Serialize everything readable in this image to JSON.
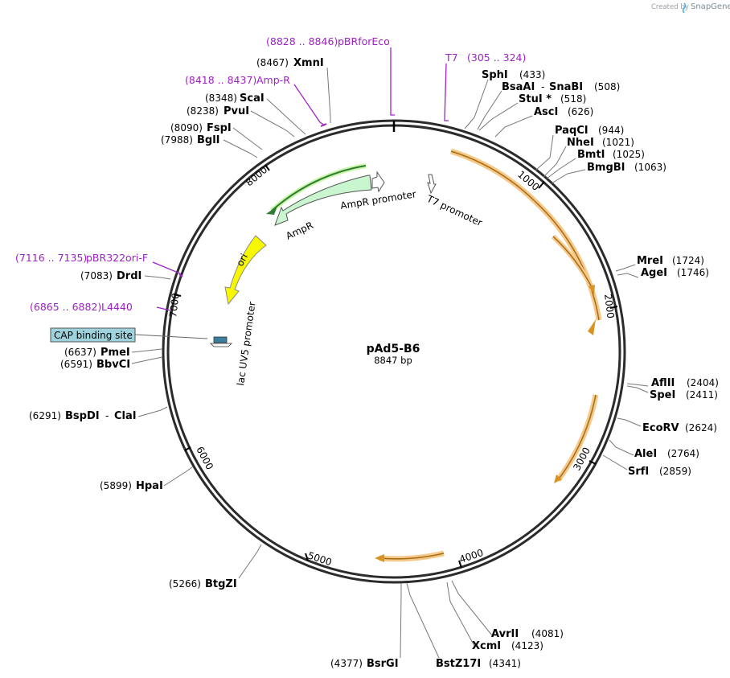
{
  "credit": {
    "prefix": "Created by",
    "brand": "SnapGene"
  },
  "plasmid": {
    "name": "pAd5-B6",
    "size": "8847 bp"
  },
  "ticks": [
    {
      "label": "1000"
    },
    {
      "label": "2000"
    },
    {
      "label": "3000"
    },
    {
      "label": "4000"
    },
    {
      "label": "5000"
    },
    {
      "label": "6000"
    },
    {
      "label": "7000"
    },
    {
      "label": "8000"
    }
  ],
  "sites_right": [
    {
      "name": "SphI",
      "pos": "(433)"
    },
    {
      "name": "BsaAI",
      "name2": "SnaBI",
      "pos": "(508)"
    },
    {
      "name": "StuI *",
      "pos": "(518)"
    },
    {
      "name": "AscI",
      "pos": "(626)"
    },
    {
      "name": "PaqCI",
      "pos": "(944)"
    },
    {
      "name": "NheI",
      "pos": "(1021)"
    },
    {
      "name": "BmtI",
      "pos": "(1025)"
    },
    {
      "name": "BmgBI",
      "pos": "(1063)"
    },
    {
      "name": "MreI",
      "pos": "(1724)"
    },
    {
      "name": "AgeI",
      "pos": "(1746)"
    },
    {
      "name": "AflII",
      "pos": "(2404)"
    },
    {
      "name": "SpeI",
      "pos": "(2411)"
    },
    {
      "name": "EcoRV",
      "pos": "(2624)"
    },
    {
      "name": "AleI",
      "pos": "(2764)"
    },
    {
      "name": "SrfI",
      "pos": "(2859)"
    },
    {
      "name": "AvrII",
      "pos": "(4081)"
    },
    {
      "name": "XcmI",
      "pos": "(4123)"
    },
    {
      "name": "BstZ17I",
      "pos": "(4341)"
    }
  ],
  "sites_left": [
    {
      "name": "XmnI",
      "pos": "(8467)"
    },
    {
      "name": "ScaI",
      "pos": "(8348)"
    },
    {
      "name": "PvuI",
      "pos": "(8238)"
    },
    {
      "name": "FspI",
      "pos": "(8090)"
    },
    {
      "name": "BglI",
      "pos": "(7988)"
    },
    {
      "name": "DrdI",
      "pos": "(7083)"
    },
    {
      "name": "PmeI",
      "pos": "(6637)"
    },
    {
      "name": "BbvCI",
      "pos": "(6591)"
    },
    {
      "name": "BspDI",
      "name2": "ClaI",
      "pos": "(6291)"
    },
    {
      "name": "HpaI",
      "pos": "(5899)"
    },
    {
      "name": "BtgZI",
      "pos": "(5266)"
    },
    {
      "name": "BsrGI",
      "pos": "(4377)"
    }
  ],
  "primers": [
    {
      "name": "pBRforEco",
      "range": "(8828 .. 8846)"
    },
    {
      "name": "T7",
      "range": "(305 .. 324)"
    },
    {
      "name": "Amp-R",
      "range": "(8418 .. 8437)"
    },
    {
      "name": "pBR322ori-F",
      "range": "(7116 .. 7135)"
    },
    {
      "name": "L4440",
      "range": "(6865 .. 6882)"
    }
  ],
  "features": {
    "ampr_promoter": "AmpR promoter",
    "t7_promoter": "T7 promoter",
    "ampr": "AmpR",
    "ori": "ori",
    "lac_uv5": "lac UV5 promoter",
    "cap_site": "CAP binding site"
  },
  "colors": {
    "backbone": "#2b2b2b",
    "primer": "#a020c8",
    "orange_feature": "#e8a93a",
    "ampr_fill": "#c9f5cf",
    "ampr_edge": "#2e7d32",
    "ori_fill": "#f7f700",
    "cap_fill": "#9ed3de"
  }
}
